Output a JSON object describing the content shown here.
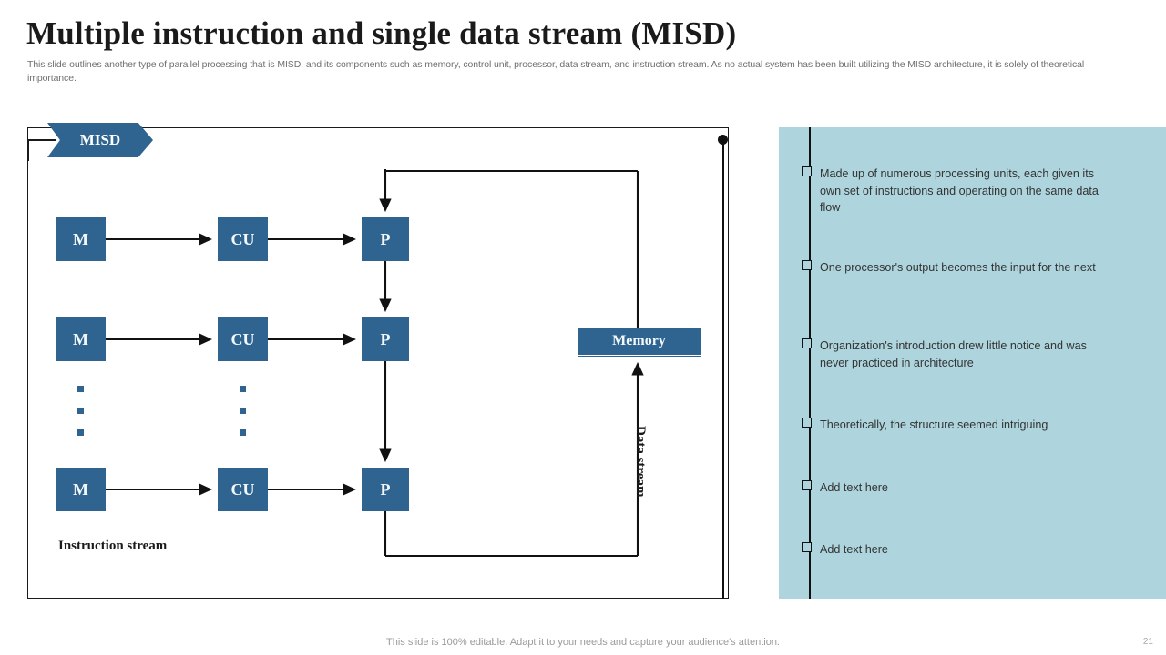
{
  "slide": {
    "title": "Multiple instruction and single data stream (MISD)",
    "subtitle": "This slide outlines another type of parallel processing that is MISD,  and its components such as memory, control unit, processor, data stream, and instruction stream. As no actual system has been built utilizing the MISD architecture, it is solely of theoretical importance.",
    "footer_note": "This slide is 100% editable. Adapt it to your needs and capture your audience's attention.",
    "page_number": "21"
  },
  "banner": {
    "label": "MISD"
  },
  "diagram": {
    "rows": [
      {
        "memory": "M",
        "control_unit": "CU",
        "processor": "P"
      },
      {
        "memory": "M",
        "control_unit": "CU",
        "processor": "P"
      },
      {
        "memory": "M",
        "control_unit": "CU",
        "processor": "P"
      }
    ],
    "memory_block": "Memory",
    "instruction_stream_label": "Instruction stream",
    "data_stream_label": "Data stream"
  },
  "panel": {
    "bullets": [
      "Made up of numerous processing units, each given its own set of instructions and operating on the same data flow",
      "One processor's output becomes the input for the next",
      "Organization's introduction drew little notice and was never practiced in architecture",
      "Theoretically, the structure seemed intriguing",
      "Add text here",
      "Add text here"
    ]
  },
  "colors": {
    "node_blue": "#2f6491",
    "panel_cyan": "#aed5dd",
    "line_black": "#111111",
    "title_text": "#1a1a1a",
    "body_text": "#6f6f6f"
  }
}
